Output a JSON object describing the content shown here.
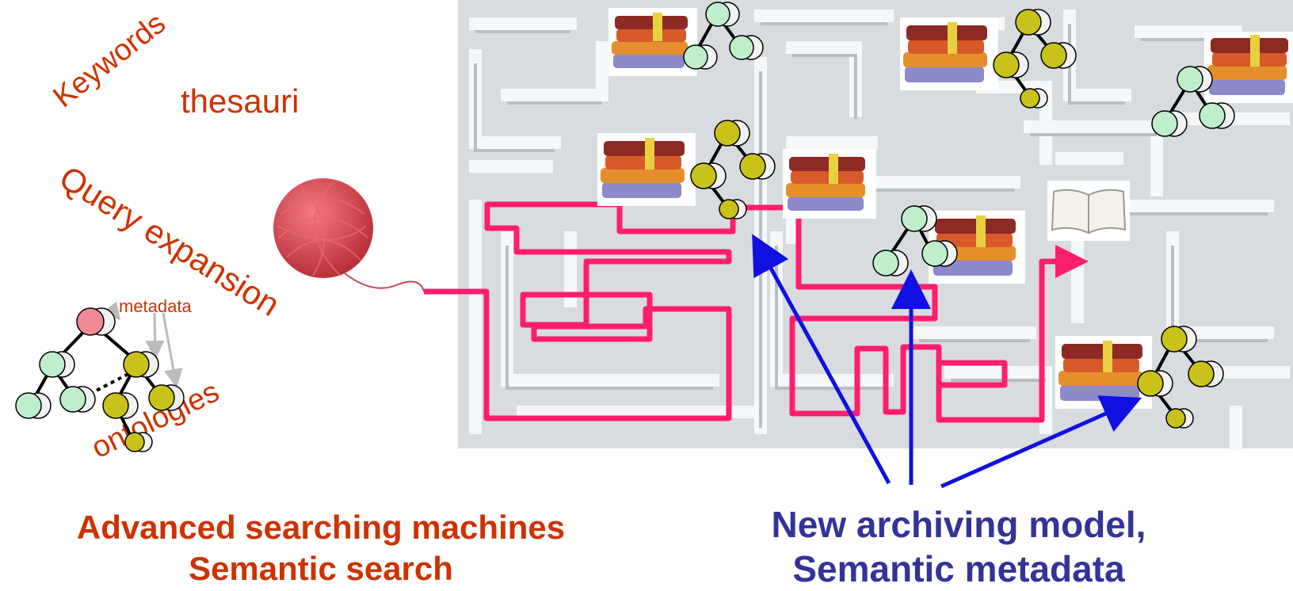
{
  "left_labels": {
    "keywords": "Keywords",
    "thesauri": "thesauri",
    "query_expansion": "Query expansion",
    "ontologies": "ontologies",
    "metadata": "metadata"
  },
  "captions": {
    "left_line1": "Advanced searching machines",
    "left_line2": "Semantic search",
    "right_line1": "New archiving model,",
    "right_line2": "Semantic metadata"
  },
  "colors": {
    "label_orange": "#cc3300",
    "caption_blue": "#333399",
    "thread_pink": "#ff1e6e",
    "arrow_blue": "#1010e0",
    "node_green": "#bfeecc",
    "node_yellow": "#c8c21a",
    "node_pink": "#f08a94",
    "maze_gray": "#d9dde0"
  }
}
